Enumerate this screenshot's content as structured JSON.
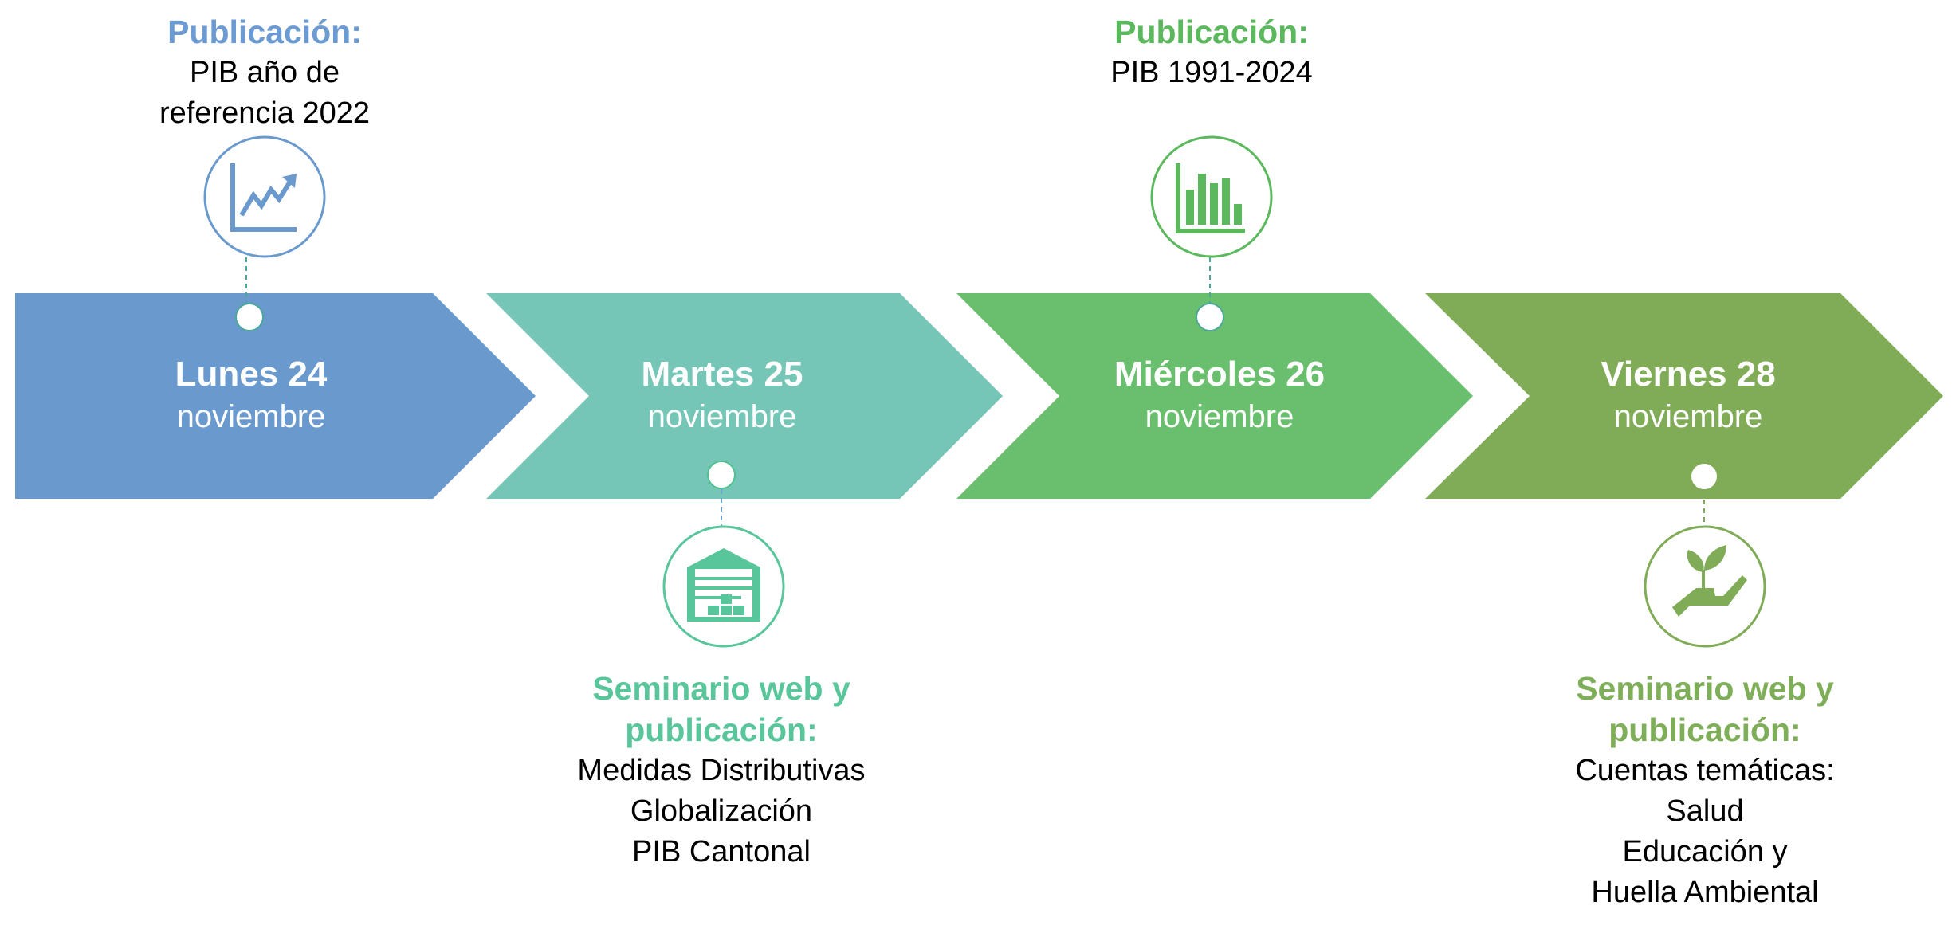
{
  "timeline": [
    {
      "day": "Lunes 24",
      "month": "noviembre",
      "color": "#6a99cd",
      "event_position": "top",
      "heading": "Publicación:",
      "heading_color": "#6b9bd2",
      "icon": "line-chart-icon",
      "lines": [
        "PIB año de",
        "referencia 2022"
      ]
    },
    {
      "day": "Martes 25",
      "month": "noviembre",
      "color": "#75c6b7",
      "event_position": "bottom",
      "heading": "Seminario web y",
      "heading2": "publicación:",
      "heading_color": "#58c59a",
      "icon": "warehouse-icon",
      "lines": [
        "Medidas Distributivas",
        "Globalización",
        "PIB Cantonal"
      ]
    },
    {
      "day": "Miércoles 26",
      "month": "noviembre",
      "color": "#6abf6e",
      "event_position": "top",
      "heading": "Publicación:",
      "heading_color": "#5cb85c",
      "icon": "bar-chart-icon",
      "lines": [
        "PIB 1991-2024"
      ]
    },
    {
      "day": "Viernes 28",
      "month": "noviembre",
      "color": "#80ac58",
      "event_position": "bottom",
      "heading": "Seminario web y",
      "heading2": "publicación:",
      "heading_color": "#7fae58",
      "icon": "plant-in-hand-icon",
      "lines": [
        "Cuentas temáticas:",
        "Salud",
        "Educación y",
        "Huella Ambiental"
      ]
    }
  ]
}
